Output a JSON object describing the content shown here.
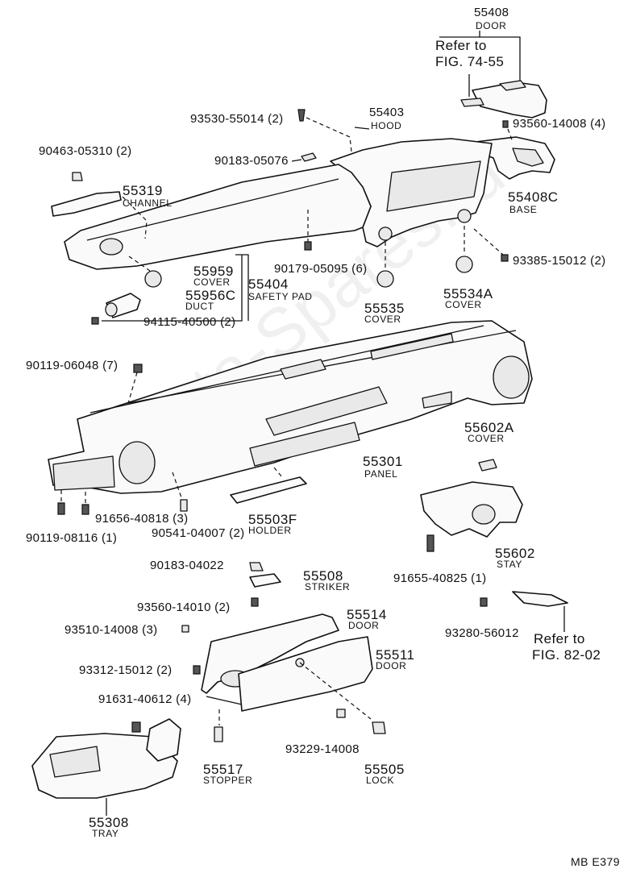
{
  "watermark": "Toyota-Spares.ru",
  "footer_code": "MB  E379",
  "parts": [
    {
      "id": "p55408",
      "number": "55408",
      "name": "DOOR"
    },
    {
      "id": "p93530",
      "number": "93530-55014 (2)",
      "name": ""
    },
    {
      "id": "p55403",
      "number": "55403",
      "name": "HOOD"
    },
    {
      "id": "p93560a",
      "number": "93560-14008 (4)",
      "name": ""
    },
    {
      "id": "p90463",
      "number": "90463-05310 (2)",
      "name": ""
    },
    {
      "id": "p90183a",
      "number": "90183-05076",
      "name": ""
    },
    {
      "id": "p55319",
      "number": "55319",
      "name": "CHANNEL"
    },
    {
      "id": "p55408c",
      "number": "55408C",
      "name": "BASE"
    },
    {
      "id": "p90179",
      "number": "90179-05095 (6)",
      "name": ""
    },
    {
      "id": "p93385",
      "number": "93385-15012 (2)",
      "name": ""
    },
    {
      "id": "p55959",
      "number": "55959",
      "name": "COVER"
    },
    {
      "id": "p55404",
      "number": "55404",
      "name": "SAFETY PAD"
    },
    {
      "id": "p55956c",
      "number": "55956C",
      "name": "DUCT"
    },
    {
      "id": "p55535",
      "number": "55535",
      "name": "COVER"
    },
    {
      "id": "p55534a",
      "number": "55534A",
      "name": "COVER"
    },
    {
      "id": "p94115",
      "number": "94115-40500 (2)",
      "name": ""
    },
    {
      "id": "p90119a",
      "number": "90119-06048 (7)",
      "name": ""
    },
    {
      "id": "p55602a",
      "number": "55602A",
      "name": "COVER"
    },
    {
      "id": "p55301",
      "number": "55301",
      "name": "PANEL"
    },
    {
      "id": "p91656",
      "number": "91656-40818 (3)",
      "name": ""
    },
    {
      "id": "p55503f",
      "number": "55503F",
      "name": "HOLDER"
    },
    {
      "id": "p90541",
      "number": "90541-04007 (2)",
      "name": ""
    },
    {
      "id": "p90119b",
      "number": "90119-08116 (1)",
      "name": ""
    },
    {
      "id": "p55602",
      "number": "55602",
      "name": "STAY"
    },
    {
      "id": "p91655",
      "number": "91655-40825 (1)",
      "name": ""
    },
    {
      "id": "p90183b",
      "number": "90183-04022",
      "name": ""
    },
    {
      "id": "p55508",
      "number": "55508",
      "name": "STRIKER"
    },
    {
      "id": "p93560b",
      "number": "93560-14010 (2)",
      "name": ""
    },
    {
      "id": "p55514",
      "number": "55514",
      "name": "DOOR"
    },
    {
      "id": "p93510",
      "number": "93510-14008 (3)",
      "name": ""
    },
    {
      "id": "p93280",
      "number": "93280-56012",
      "name": ""
    },
    {
      "id": "p55511",
      "number": "55511",
      "name": "DOOR"
    },
    {
      "id": "p93312",
      "number": "93312-15012 (2)",
      "name": ""
    },
    {
      "id": "p91631",
      "number": "91631-40612 (4)",
      "name": ""
    },
    {
      "id": "p93229",
      "number": "93229-14008",
      "name": ""
    },
    {
      "id": "p55517",
      "number": "55517",
      "name": "STOPPER"
    },
    {
      "id": "p55505",
      "number": "55505",
      "name": "LOCK"
    },
    {
      "id": "p55308",
      "number": "55308",
      "name": "TRAY"
    }
  ],
  "references": [
    {
      "id": "ref1",
      "line1": "Refer to",
      "line2": "FIG. 74-55"
    },
    {
      "id": "ref2",
      "line1": "Refer to",
      "line2": "FIG. 82-02"
    }
  ]
}
